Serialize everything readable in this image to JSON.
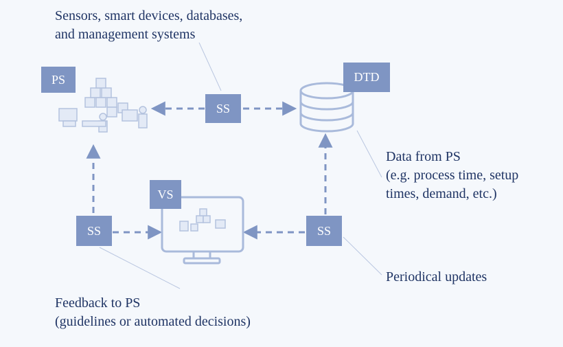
{
  "colors": {
    "background": "#f5f8fc",
    "box_fill": "#7f95c3",
    "box_text": "#ffffff",
    "arrow": "#7f95c3",
    "icon_line": "#a9badb",
    "text": "#1f3464"
  },
  "annotations": {
    "sensors_line1": "Sensors, smart devices, databases,",
    "sensors_line2": "and management systems",
    "data_line1": "Data from PS",
    "data_line2": "(e.g. process time, setup",
    "data_line3": "times, demand, etc.)",
    "periodical": "Periodical updates",
    "feedback_line1": "Feedback to PS",
    "feedback_line2": "(guidelines or automated decisions)"
  },
  "nodes": {
    "ps": "PS",
    "dtd": "DTD",
    "vs": "VS",
    "ss_top": "SS",
    "ss_left": "SS",
    "ss_right": "SS"
  },
  "icons": {
    "physical_system": "factory-workers-boxes-icon",
    "digital_twin_data": "database-cylinder-icon",
    "virtual_system": "computer-monitor-icon"
  }
}
